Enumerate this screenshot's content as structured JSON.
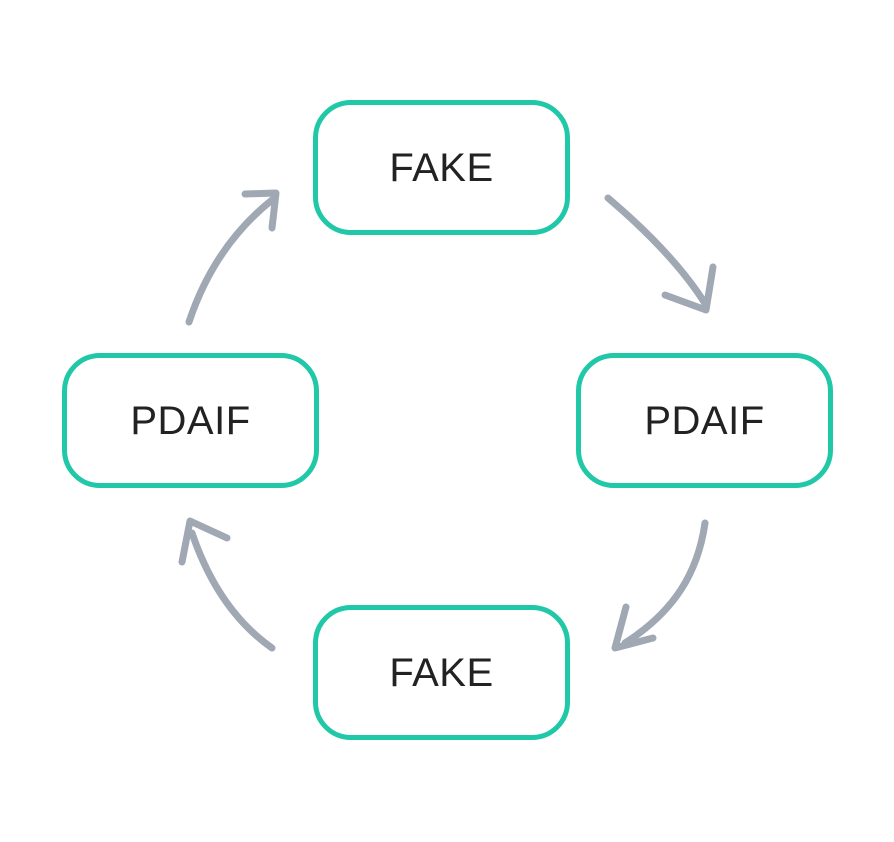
{
  "diagram": {
    "type": "cycle",
    "direction": "clockwise",
    "background_color": "#ffffff",
    "node_border_color": "#21c8a8",
    "node_fill_color": "#ffffff",
    "node_text_color": "#222222",
    "arrow_color": "#a0a8b4",
    "nodes": [
      {
        "id": "top",
        "label": "FAKE",
        "position": "top"
      },
      {
        "id": "right",
        "label": "PDAIF",
        "position": "right"
      },
      {
        "id": "bottom",
        "label": "FAKE",
        "position": "bottom"
      },
      {
        "id": "left",
        "label": "PDAIF",
        "position": "left"
      }
    ],
    "arrows": [
      {
        "id": "top-to-right",
        "from": "top",
        "to": "right",
        "shape": "curved",
        "arrowhead": "open-v"
      },
      {
        "id": "right-to-bottom",
        "from": "right",
        "to": "bottom",
        "shape": "curved",
        "arrowhead": "open-v"
      },
      {
        "id": "bottom-to-left",
        "from": "bottom",
        "to": "left",
        "shape": "curved",
        "arrowhead": "open-v"
      },
      {
        "id": "left-to-top",
        "from": "left",
        "to": "top",
        "shape": "curved",
        "arrowhead": "open-v"
      }
    ]
  }
}
